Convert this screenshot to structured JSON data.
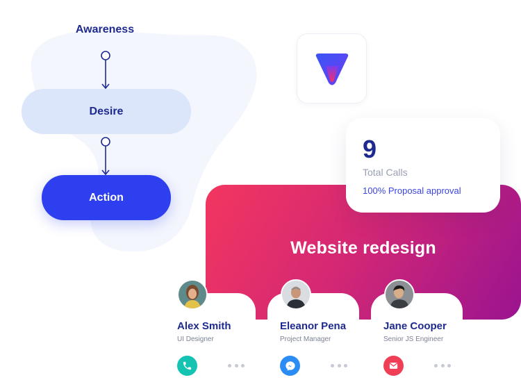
{
  "funnel": {
    "stages": [
      {
        "label": "Awareness"
      },
      {
        "label": "Desire"
      },
      {
        "label": "Action"
      }
    ],
    "colors": {
      "text": "#1e2a8f",
      "desire_fill": "#dbe6fb",
      "action_fill": "#2e3ff0"
    }
  },
  "app_logo": {
    "icon": "funnel-triangle-logo-icon"
  },
  "stat_card": {
    "value": "9",
    "label": "Total Calls",
    "note": "100% Proposal approval"
  },
  "project": {
    "title": "Website redesign",
    "gradient": [
      "#f2365f",
      "#d52874",
      "#9a1490"
    ]
  },
  "team": [
    {
      "name": "Alex Smith",
      "role": "UI Designer",
      "contact_icon": "phone-icon",
      "contact_color": "#14c3b1"
    },
    {
      "name": "Eleanor Pena",
      "role": "Project Manager",
      "contact_icon": "messenger-icon",
      "contact_color": "#2b8cf5"
    },
    {
      "name": "Jane Cooper",
      "role": "Senior JS Engineer",
      "contact_icon": "mail-icon",
      "contact_color": "#ef3e55"
    }
  ]
}
